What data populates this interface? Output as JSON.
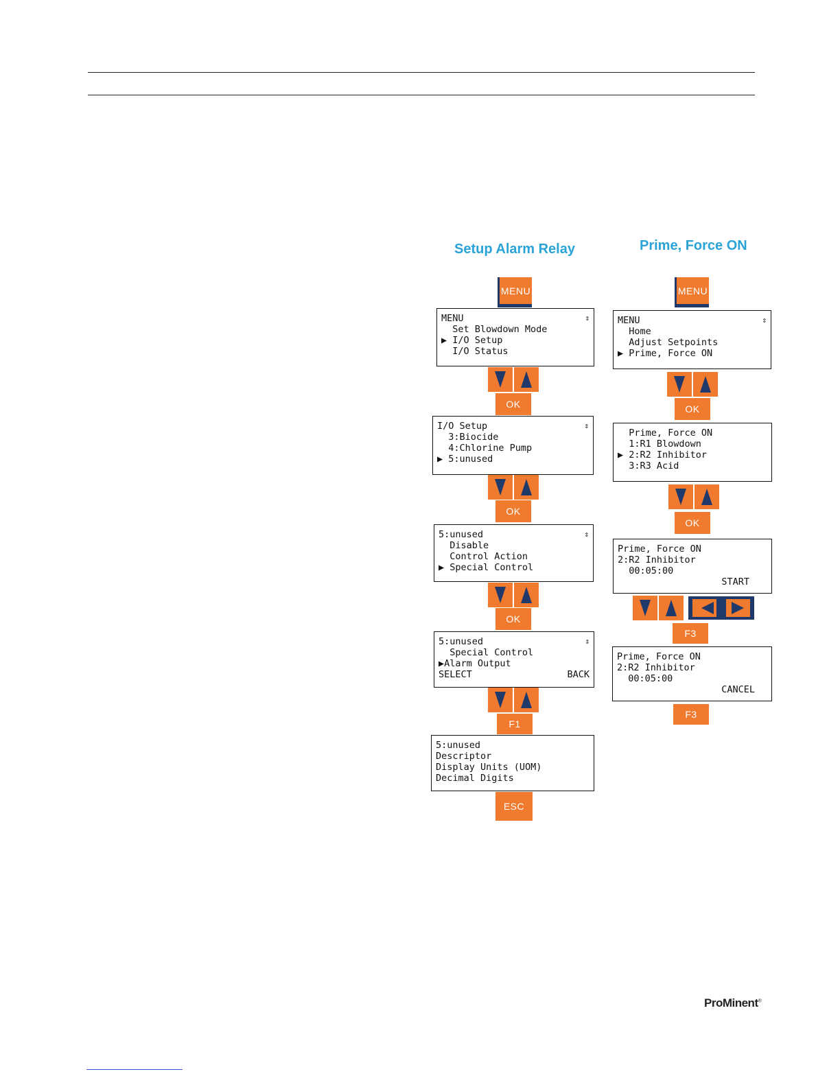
{
  "left_column": {
    "title": "Setup Alarm Relay",
    "menu_button": "MENU",
    "screen1": {
      "header": "MENU",
      "header_right": "⇕",
      "lines": [
        "  Set Blowdown Mode",
        "▶ I/O Setup",
        "  I/O Status"
      ]
    },
    "ok1": "OK",
    "screen2": {
      "header": "I/O Setup",
      "header_right": "⇕",
      "lines": [
        "  3:Biocide",
        "  4:Chlorine Pump",
        "▶ 5:unused"
      ]
    },
    "ok2": "OK",
    "screen3": {
      "header": "5:unused",
      "header_right": "⇕",
      "lines": [
        "  Disable",
        "  Control Action",
        "▶ Special Control"
      ]
    },
    "ok3": "OK",
    "screen4": {
      "header": "5:unused",
      "header_right": "⇕",
      "lines": [
        "  Special Control",
        "▶Alarm Output"
      ],
      "footer_left": "SELECT",
      "footer_right": "BACK"
    },
    "f1": "F1",
    "screen5": {
      "lines": [
        "5:unused",
        "Descriptor",
        "Display Units (UOM)",
        "Decimal Digits"
      ]
    },
    "esc": "ESC"
  },
  "right_column": {
    "title": "Prime, Force ON",
    "menu_button": "MENU",
    "screen1": {
      "header": "MENU",
      "header_right": "⇕",
      "lines": [
        "  Home",
        "  Adjust Setpoints",
        "▶ Prime, Force ON"
      ]
    },
    "ok1": "OK",
    "screen2": {
      "header": "  Prime, Force ON",
      "lines": [
        "  1:R1 Blowdown",
        "▶ 2:R2 Inhibitor",
        "  3:R3 Acid"
      ]
    },
    "ok2": "OK",
    "screen3": {
      "lines": [
        "Prime, Force ON",
        "2:R2 Inhibitor",
        "  00:05:00"
      ],
      "footer_right": "START"
    },
    "f3a": "F3",
    "screen4": {
      "lines": [
        "Prime, Force ON",
        "2:R2 Inhibitor",
        "  00:05:00"
      ],
      "footer_right": "CANCEL"
    },
    "f3b": "F3"
  },
  "footer": {
    "logo": "ProMinent",
    "logo_mark": "®"
  }
}
